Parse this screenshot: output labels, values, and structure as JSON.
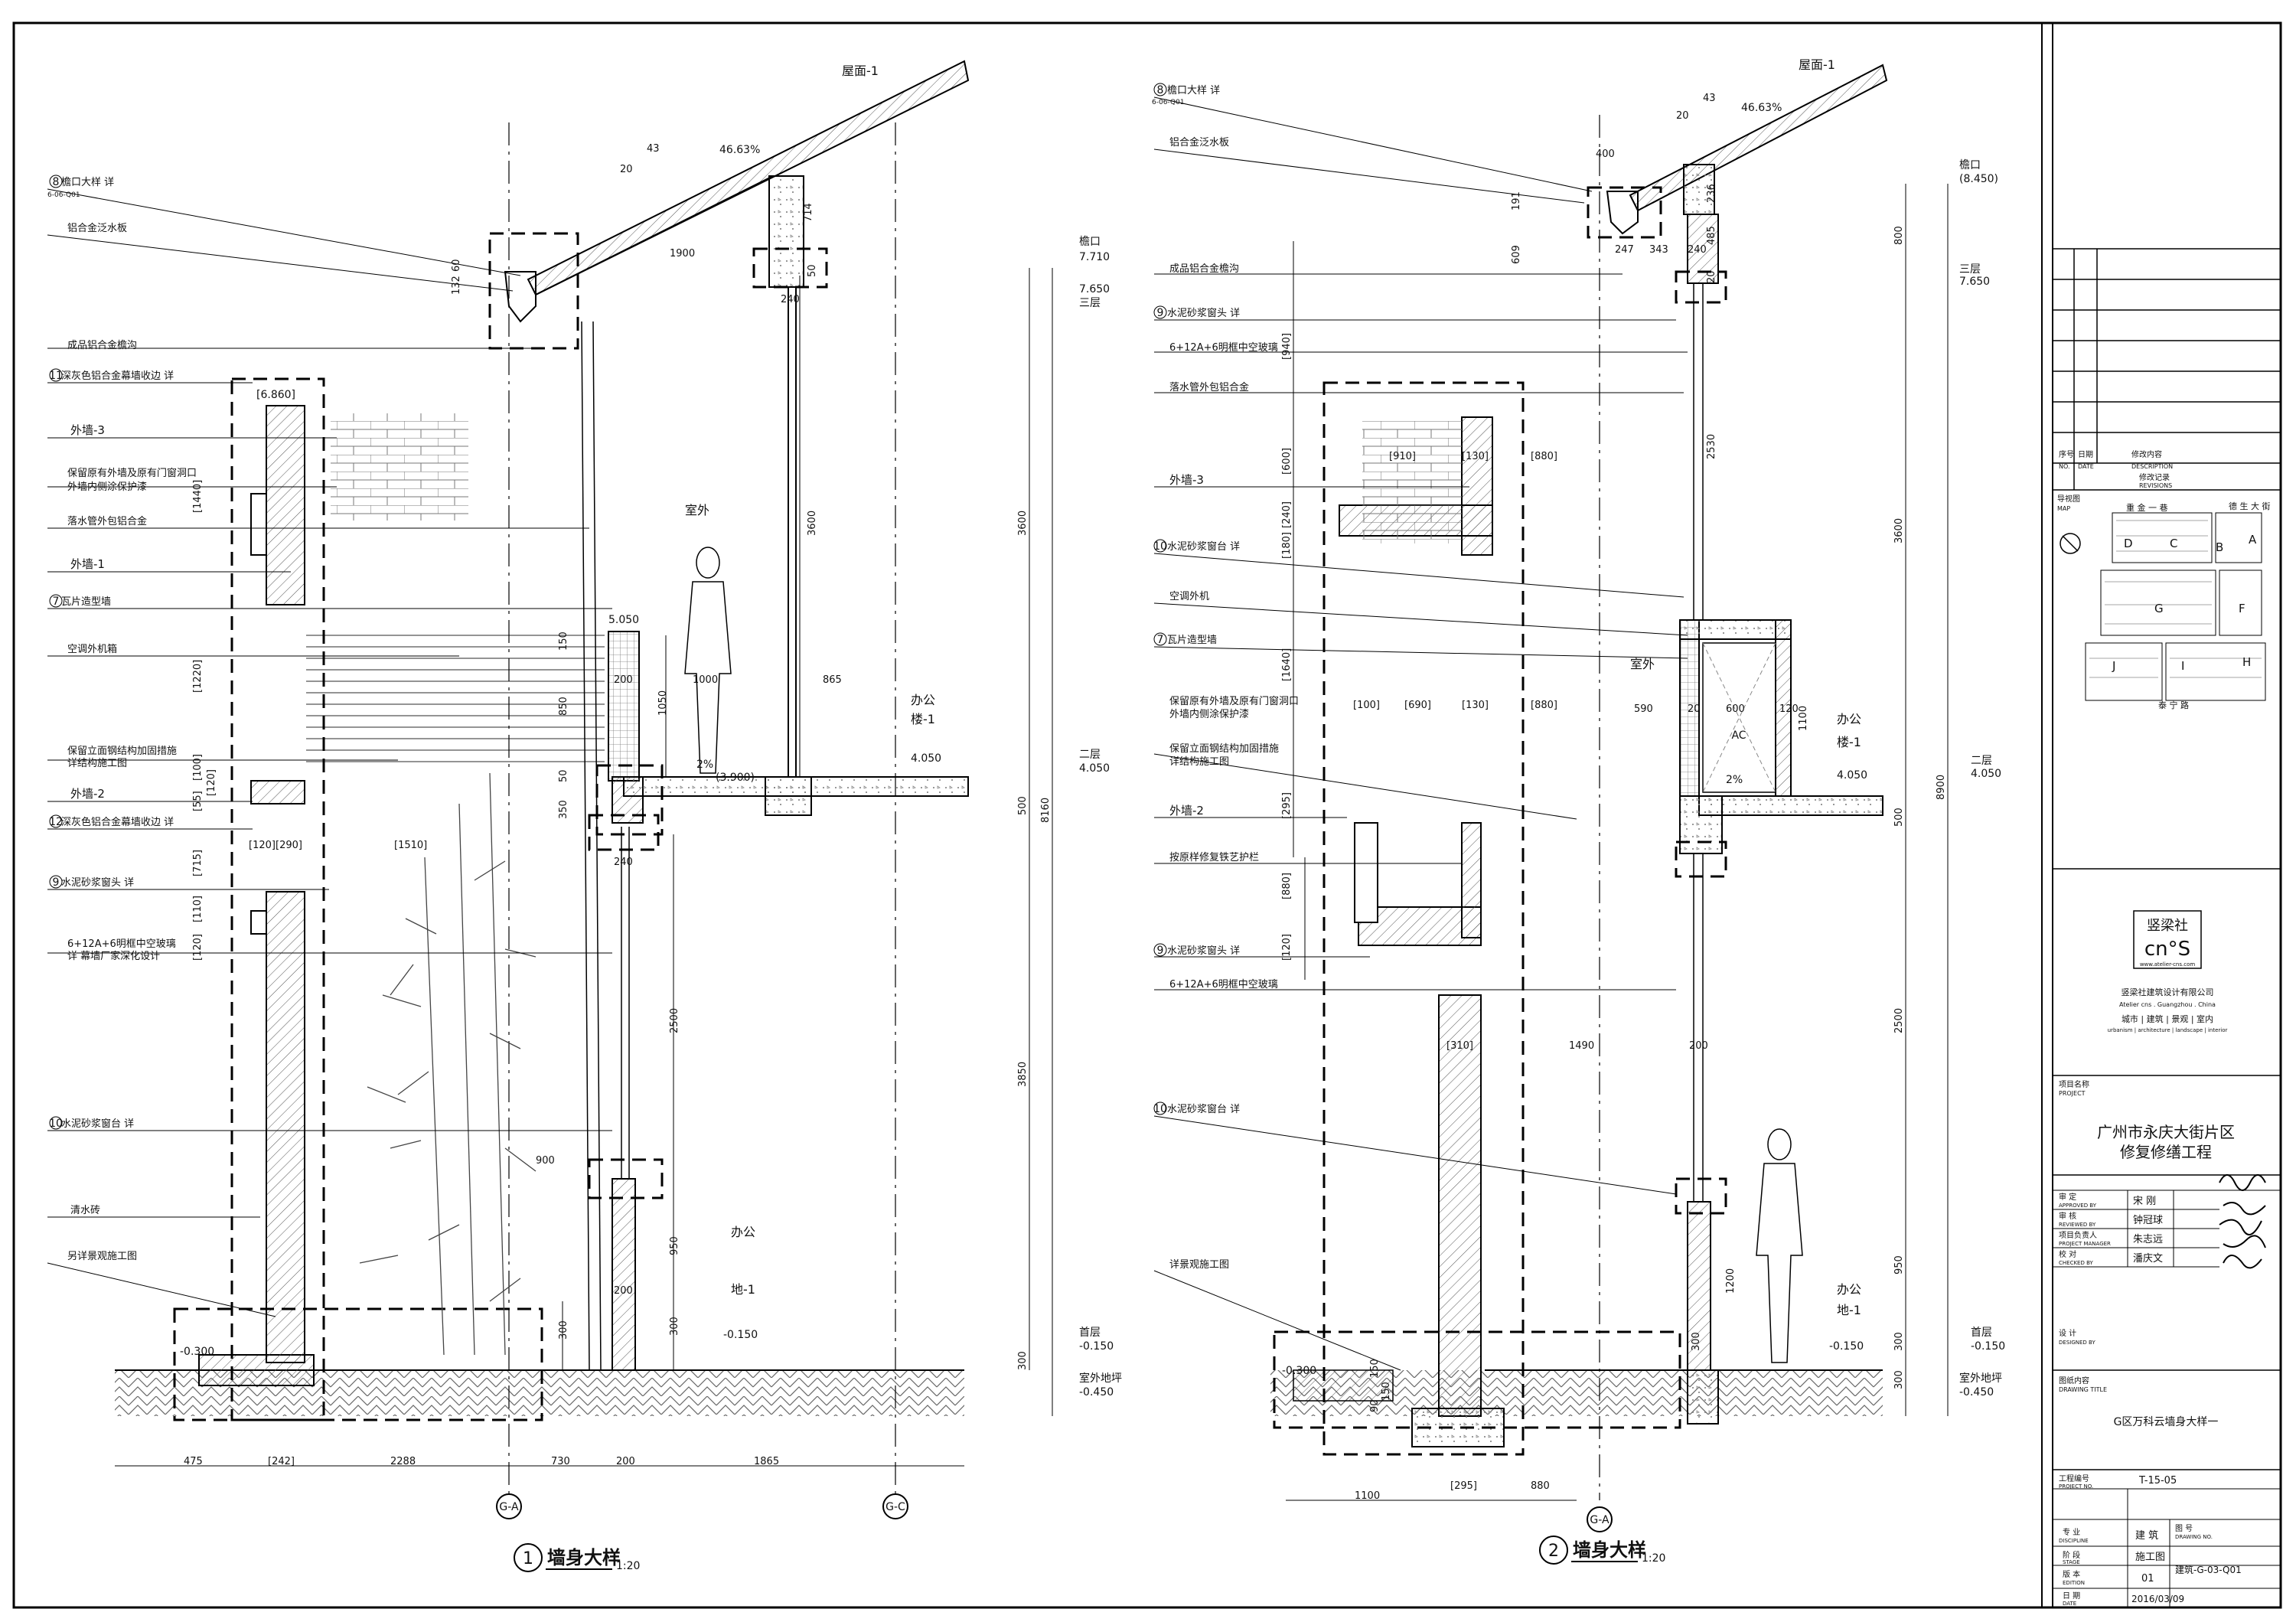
{
  "drawing": {
    "section1": {
      "title_num": "1",
      "title": "墙身大样",
      "scale": "1:20",
      "labels": [
        "檐口大样 详",
        "铝合金泛水板",
        "成品铝合金檐沟",
        "深灰色铝合金幕墙收边 详",
        "外墙-3",
        "保留原有外墙及原有门窗洞口",
        "外墙内侧涂保护漆",
        "落水管外包铝合金",
        "外墙-1",
        "瓦片造型墙",
        "空调外机箱",
        "保留立面钢结构加固措施",
        "详结构施工图",
        "外墙-2",
        "深灰色铝合金幕墙收边 详",
        "水泥砂浆窗头 详",
        "6+12A+6明框中空玻璃",
        "详 幕墙厂家深化设计",
        "水泥砂浆窗台 详",
        "清水砖",
        "另详景观施工图"
      ],
      "label_nums": [
        "8",
        "11",
        "7",
        "12",
        "9",
        "10"
      ],
      "sheet_ref": "6-06-Q01",
      "roof_label": "屋面-1",
      "room_outdoor": "室外",
      "room_office": "办公",
      "floor_tag_2": "楼-1",
      "floor_tag_1": "地-1",
      "slope": "46.63%",
      "slope_run": "43",
      "slope_rise": "20",
      "drain_slope": "2%",
      "elev_labels": [
        "檐口",
        "7.710",
        "7.650",
        "三层",
        "二层",
        "4.050",
        "首层",
        "-0.150",
        "室外地坪",
        "-0.450",
        "-0.300",
        "4.050",
        "-0.150",
        "(3.900)",
        "5.050",
        "[6.860]"
      ],
      "dims_vertical": [
        "714",
        "50",
        "132",
        "60",
        "3600",
        "3600",
        "150",
        "850",
        "1050",
        "50",
        "350",
        "500",
        "8160",
        "2500",
        "3850",
        "950",
        "300",
        "300",
        "300"
      ],
      "dims_bracket": [
        "[1440]",
        "[1220]",
        "[55]",
        "[100]",
        "[120]",
        "[715]",
        "[110]",
        "[120]"
      ],
      "dims_horizontal": [
        "1900",
        "240",
        "1000",
        "865",
        "200",
        "240",
        "200",
        "900",
        "475",
        "[242]",
        "2288",
        "730",
        "200",
        "1865",
        "[120]",
        "[290]",
        "[1510]"
      ],
      "axes": [
        "G-A",
        "G-C"
      ]
    },
    "section2": {
      "title_num": "2",
      "title": "墙身大样",
      "scale": "1:20",
      "labels": [
        "檐口大样 详",
        "铝合金泛水板",
        "成品铝合金檐沟",
        "水泥砂浆窗头 详",
        "6+12A+6明框中空玻璃",
        "落水管外包铝合金",
        "外墙-3",
        "水泥砂浆窗台 详",
        "空调外机",
        "瓦片造型墙",
        "保留原有外墙及原有门窗洞口",
        "外墙内侧涂保护漆",
        "保留立面钢结构加固措施",
        "详结构施工图",
        "外墙-2",
        "按原样修复铁艺护栏",
        "水泥砂浆窗头 详",
        "6+12A+6明框中空玻璃",
        "水泥砂浆窗台 详",
        "详景观施工图"
      ],
      "label_nums": [
        "8",
        "9",
        "10",
        "7",
        "9",
        "10"
      ],
      "sheet_ref": "6-06-Q01",
      "roof_label": "屋面-1",
      "room_outdoor": "室外",
      "room_office": "办公",
      "floor_tag_2": "楼-1",
      "floor_tag_1": "地-1",
      "ac_label": "AC",
      "slope": "46.63%",
      "slope_run": "43",
      "slope_rise": "20",
      "drain_slope": "2%",
      "elev_labels": [
        "檐口",
        "(8.450)",
        "7.650",
        "三层",
        "二层",
        "4.050",
        "4.050",
        "首层",
        "-0.150",
        "-0.150",
        "室外地坪",
        "-0.450",
        "-0.300"
      ],
      "dims_vertical": [
        "400",
        "191",
        "609",
        "236",
        "485",
        "20",
        "2530",
        "800",
        "3600",
        "1100",
        "500",
        "8900",
        "2500",
        "1200",
        "950",
        "300",
        "300",
        "300",
        "150",
        "150",
        "90"
      ],
      "dims_bracket": [
        "[940]",
        "[600]",
        "[240]",
        "[180]",
        "[1640]",
        "[295]",
        "[880]",
        "[120]"
      ],
      "dims_horizontal": [
        "247",
        "343",
        "240",
        "[910]",
        "[130]",
        "[880]",
        "600",
        "[100]",
        "[690]",
        "[130]",
        "[880]",
        "590",
        "20",
        "120",
        "[310]",
        "1490",
        "200",
        "1100",
        "[295]",
        "880"
      ],
      "axes": [
        "G-A"
      ]
    }
  },
  "title_block": {
    "rev_no_cn": "序号",
    "rev_no_en": "NO.",
    "rev_date_cn": "日期",
    "rev_date_en": "DATE",
    "rev_desc_cn": "修改内容",
    "rev_desc_en": "DESCRIPTION",
    "revisions_cn": "修改记录",
    "revisions_en": "REVISIONS",
    "map_cn": "导视图",
    "map_en": "MAP",
    "map_streets": [
      "重 金 一 巷",
      "德 生 大 街",
      "泰 宁 路"
    ],
    "map_blocks": [
      "D",
      "C",
      "B",
      "A",
      "G",
      "F",
      "J",
      "I",
      "H"
    ],
    "logo_cn": "竖梁社",
    "logo_mark": "cn°S",
    "logo_url": "www.atelier-cns.com",
    "company_cn": "竖梁社建筑设计有限公司",
    "company_en": "Atelier cns . Guangzhou . China",
    "services_cn": "城市 | 建筑 | 景观 | 室内",
    "services_en": "urbanism | architecture | landscape | interior",
    "project_cn": "项目名称",
    "project_en": "PROJECT",
    "project_name_1": "广州市永庆大街片区",
    "project_name_2": "修复修缮工程",
    "approved_cn": "审  定",
    "approved_en": "APPROVED BY",
    "approved_name": "宋 刚",
    "reviewed_cn": "审  核",
    "reviewed_en": "REVIEWED BY",
    "reviewed_name": "钟冠球",
    "pm_cn": "项目负责人",
    "pm_en": "PROJECT MANAGER",
    "pm_name": "朱志远",
    "checked_cn": "校  对",
    "checked_en": "CHECKED BY",
    "checked_name": "潘庆文",
    "designed_cn": "设  计",
    "designed_en": "DESIGNED BY",
    "drawing_title_cn": "图纸内容",
    "drawing_title_en": "DRAWING TITLE",
    "drawing_title": "G区万科云墙身大样一",
    "project_no_cn": "工程编号",
    "project_no_en": "PROJECT NO.",
    "project_no": "T-15-05",
    "discipline_cn": "专  业",
    "discipline_en": "DISCIPLINE",
    "discipline": "建 筑",
    "drawing_no_cn": "图  号",
    "drawing_no_en": "DRAWING NO.",
    "drawing_no": "建筑-G-03-Q01",
    "stage_cn": "阶  段",
    "stage_en": "STAGE",
    "stage": "施工图",
    "edition_cn": "版  本",
    "edition_en": "EDITION",
    "edition": "01",
    "date_cn": "日  期",
    "date_en": "DATE",
    "date": "2016/03/09"
  }
}
